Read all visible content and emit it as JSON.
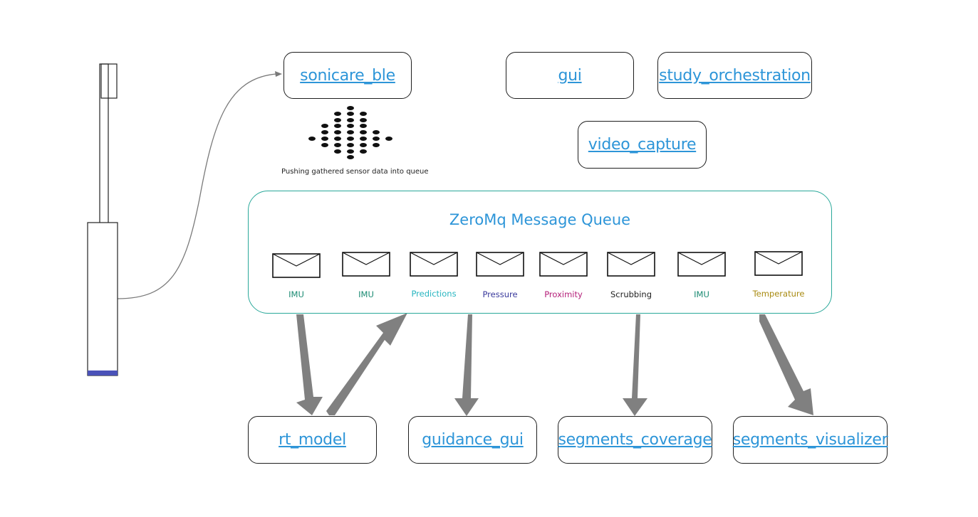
{
  "colors": {
    "link": "#2d95d8",
    "queue_border": "#2aa89a",
    "arrow": "#808080",
    "device_tip": "#4a52b8"
  },
  "components": {
    "sonicare_ble": "sonicare_ble",
    "gui": "gui",
    "study_orchestration": "study_orchestration",
    "video_capture": "video_capture",
    "rt_model": "rt_model",
    "guidance_gui": "guidance_gui",
    "segments_coverage": "segments_coverage",
    "segments_visualizer": "segments_visualizer"
  },
  "caption": "Pushing gathered sensor data into queue",
  "queue": {
    "title": "ZeroMq Message Queue",
    "messages": [
      {
        "label": "IMU",
        "color": "#1a8a72"
      },
      {
        "label": "IMU",
        "color": "#1a8a72"
      },
      {
        "label": "Predictions",
        "color": "#27b5c0"
      },
      {
        "label": "Pressure",
        "color": "#3a3a9c"
      },
      {
        "label": "Proximity",
        "color": "#b5207a"
      },
      {
        "label": "Scrubbing",
        "color": "#222222"
      },
      {
        "label": "IMU",
        "color": "#1a8a72"
      },
      {
        "label": "Temperature",
        "color": "#a88a10"
      }
    ]
  },
  "icons": {
    "toothbrush": "toothbrush-icon",
    "bluetooth_signal": "signal-dots-icon",
    "message": "envelope-icon"
  }
}
